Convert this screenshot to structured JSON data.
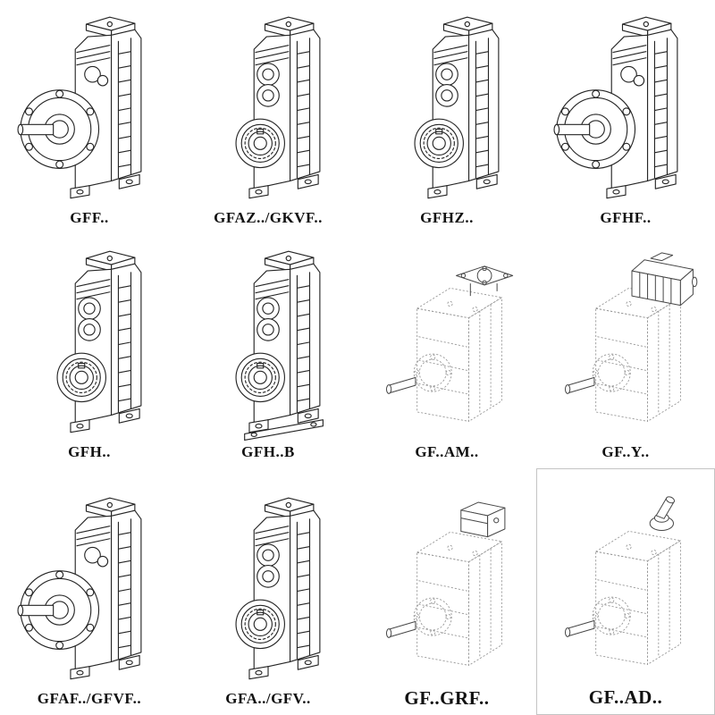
{
  "colors": {
    "background": "#ffffff",
    "line": "#262626",
    "ghost_line": "#979797",
    "box_border": "#c4c4c4"
  },
  "products": [
    {
      "label": "GFF.."
    },
    {
      "label": "GFAZ../GKVF.."
    },
    {
      "label": "GFHZ.."
    },
    {
      "label": "GFHF.."
    },
    {
      "label": "GFH.."
    },
    {
      "label": "GFH..B"
    },
    {
      "label": "GF..AM.."
    },
    {
      "label": "GF..Y.."
    },
    {
      "label": "GFAF../GFVF.."
    },
    {
      "label": "GFA../GFV.."
    },
    {
      "label": "GF..GRF.."
    },
    {
      "label": "GF..AD.."
    }
  ]
}
